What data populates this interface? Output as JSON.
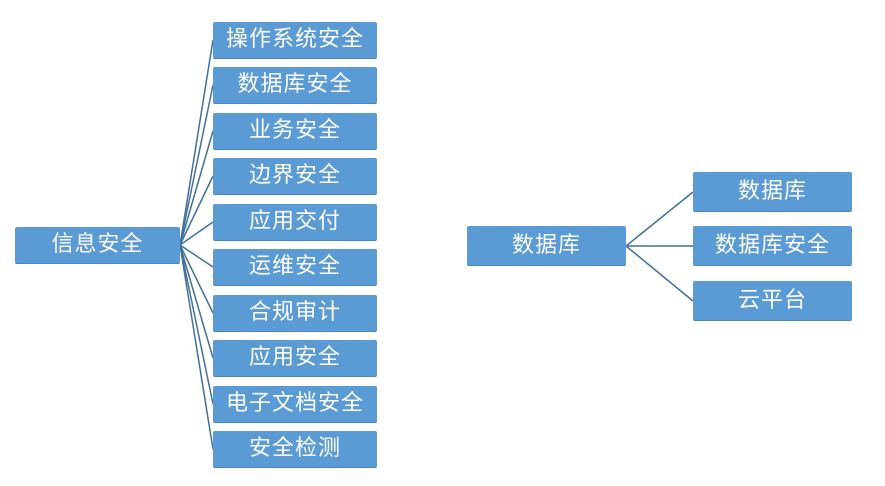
{
  "left_tree": {
    "root": "信息安全",
    "children": [
      "操作系统安全",
      "数据库安全",
      "业务安全",
      "边界安全",
      "应用交付",
      "运维安全",
      "合规审计",
      "应用安全",
      "电子文档安全",
      "安全检测"
    ]
  },
  "right_tree": {
    "root": "数据库",
    "children": [
      "数据库",
      "数据库安全",
      "云平台"
    ]
  },
  "colors": {
    "node_fill": "#5b9bd5",
    "node_text": "#ffffff",
    "connector": "#41719c",
    "background": "#ffffff"
  }
}
